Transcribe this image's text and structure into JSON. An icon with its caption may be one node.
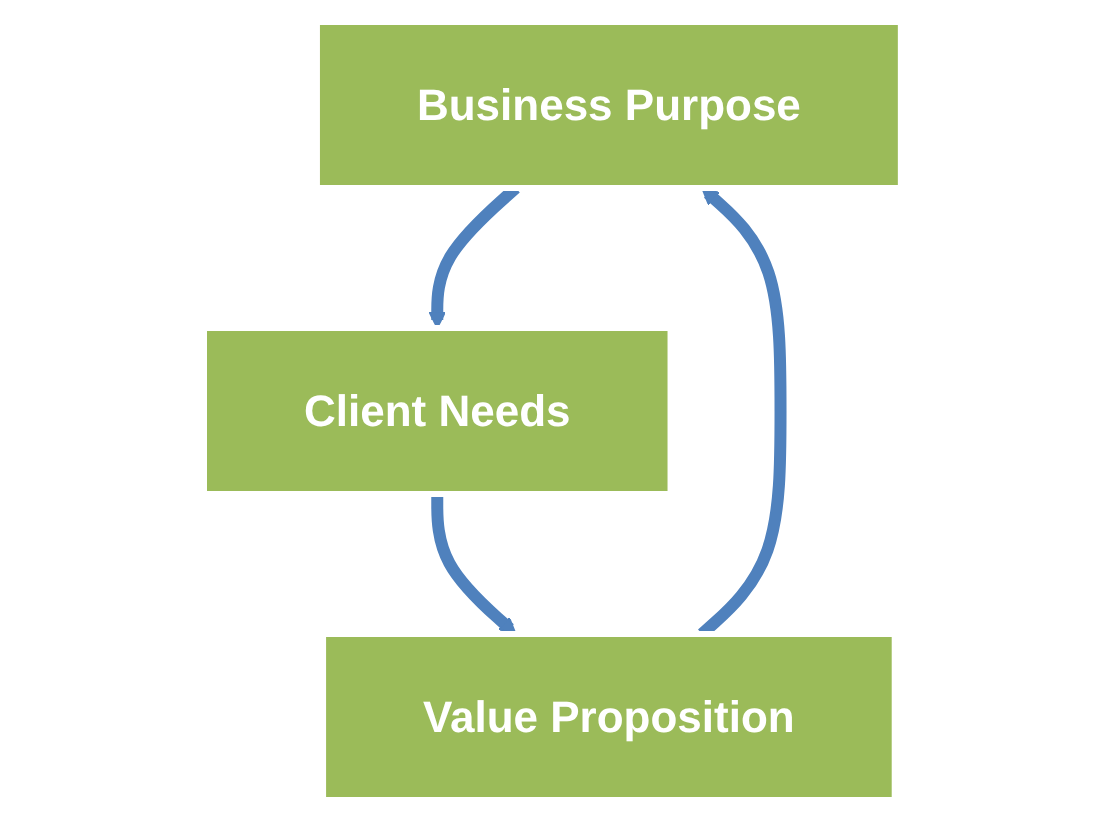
{
  "diagram": {
    "nodes": [
      {
        "text": [
          "Business Purpose"
        ]
      },
      {
        "text": [
          "Value Proposition"
        ]
      },
      {
        "text": [
          "Client Needs"
        ]
      }
    ],
    "edges": [
      {
        "from": 0,
        "to": 2,
        "arrow": "to"
      },
      {
        "from": 2,
        "to": 1,
        "arrow": "to"
      },
      {
        "from": 1,
        "to": 0,
        "arrow": "to"
      }
    ]
  }
}
